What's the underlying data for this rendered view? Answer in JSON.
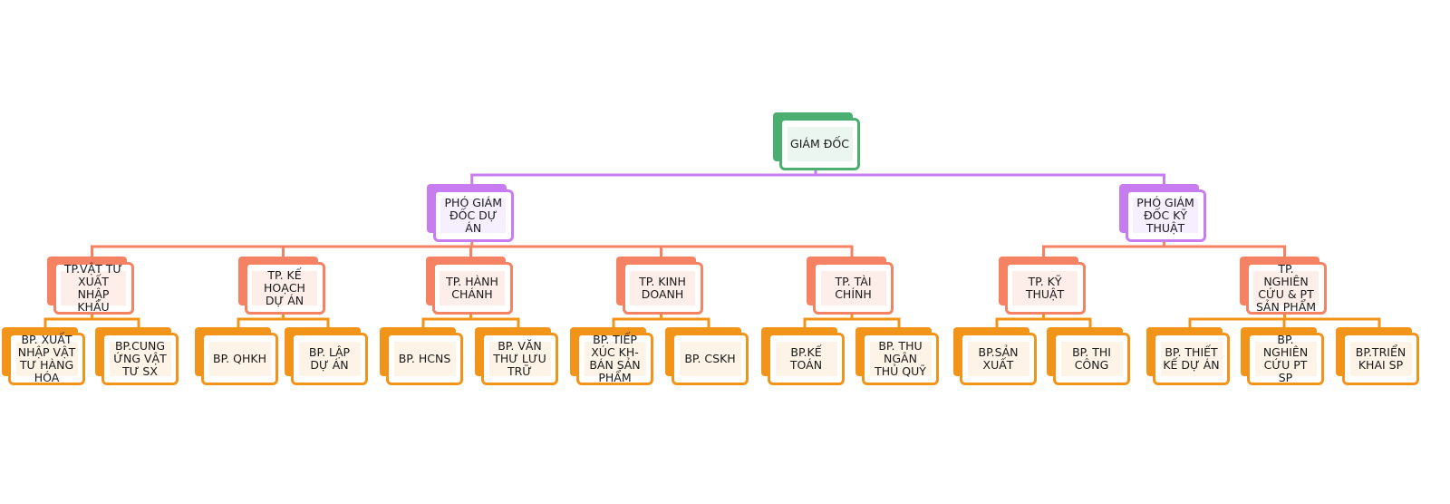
{
  "colors": {
    "level0": "#4caf72",
    "level1": "#c77df0",
    "level2": "#f58263",
    "level3": "#f2941a"
  },
  "org": {
    "director": "GIÁM ĐỐC",
    "deputies": [
      {
        "label": "PHÓ GIÁM ĐỐC DỰ ÁN",
        "departments": [
          {
            "label": "TP.VẬT TƯ XUẤT NHẬP KHẨU",
            "units": [
              "BP. XUẤT NHẬP VẬT TƯ HÀNG HÓA",
              "BP.CUNG ỨNG VẬT TƯ SX"
            ]
          },
          {
            "label": "TP. KẾ HOẠCH DỰ ÁN",
            "units": [
              "BP. QHKH",
              "BP. LẬP DỰ ÁN"
            ]
          },
          {
            "label": "TP. HÀNH CHÁNH",
            "units": [
              "BP. HCNS",
              "BP. VĂN THƯ LƯU TRỮ"
            ]
          },
          {
            "label": "TP. KINH DOANH",
            "units": [
              "BP. TIẾP XÚC KH-BÁN SẢN PHẨM",
              "BP. CSKH"
            ]
          },
          {
            "label": "TP. TÀI CHÍNH",
            "units": [
              "BP.KẾ TOÁN",
              "BP. THU NGÂN THỦ QUỸ"
            ]
          }
        ]
      },
      {
        "label": "PHÓ GIÁM ĐỐC KỸ THUẬT",
        "departments": [
          {
            "label": "TP. KỸ THUẬT",
            "units": [
              "BP.SẢN XUẤT",
              "BP. THI CÔNG"
            ]
          },
          {
            "label": "TP. NGHIÊN CỨU & PT SẢN PHẨM",
            "units": [
              "BP. THIẾT KẾ DỰ ÁN",
              "BP. NGHIÊN CỨU PT SP",
              "BP.TRIỂN KHAI SP"
            ]
          }
        ]
      }
    ]
  }
}
